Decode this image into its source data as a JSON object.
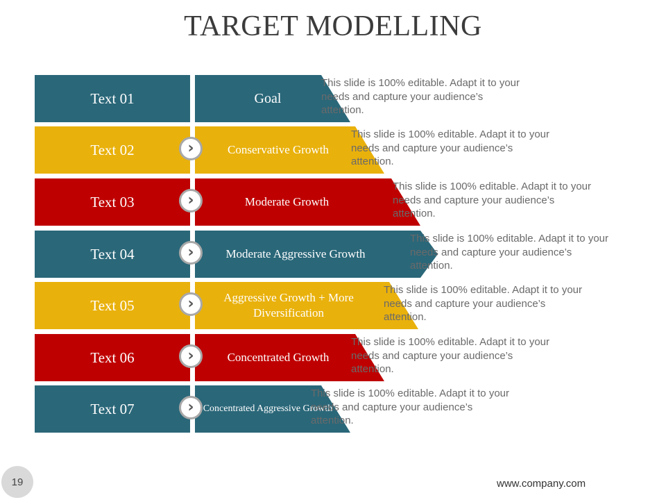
{
  "slide": {
    "title": "TARGET MODELLING",
    "page_number": "19",
    "footer_url": "www.company.com"
  },
  "colors": {
    "teal": "#2a6779",
    "yellow": "#e9b10c",
    "red": "#bf0000",
    "circle_border": "#a8a8a8"
  },
  "rows": [
    {
      "label": "Text 01",
      "strategy": "Goal",
      "description": "This slide is 100% editable. Adapt it to your needs and capture your audience’s attention.",
      "color": "#2a6779",
      "has_arrow": false
    },
    {
      "label": "Text 02",
      "strategy": "Conservative Growth",
      "description": "This slide is 100% editable. Adapt it to your needs and capture your audience’s attention.",
      "color": "#e9b10c",
      "has_arrow": true
    },
    {
      "label": "Text 03",
      "strategy": "Moderate Growth",
      "description": "This slide is 100% editable. Adapt it to your needs and capture your audience’s attention.",
      "color": "#bf0000",
      "has_arrow": true
    },
    {
      "label": "Text 04",
      "strategy": "Moderate Aggressive Growth",
      "description": "This slide is 100% editable. Adapt it to your needs and capture your audience’s attention.",
      "color": "#2a6779",
      "has_arrow": true
    },
    {
      "label": "Text 05",
      "strategy": "Aggressive Growth + More Diversification",
      "description": "This slide is 100% editable. Adapt it to your needs and capture your audience’s attention.",
      "color": "#e9b10c",
      "has_arrow": true
    },
    {
      "label": "Text 06",
      "strategy": "Concentrated  Growth",
      "description": "This slide is 100% editable. Adapt it to your needs and capture your audience’s attention.",
      "color": "#bf0000",
      "has_arrow": true
    },
    {
      "label": "Text 07",
      "strategy": "Concentrated Aggressive Growth",
      "description": "This slide is 100% editable. Adapt it to your needs and capture your audience’s attention.",
      "color": "#2a6779",
      "has_arrow": true
    }
  ],
  "icons": {
    "arrow": "chevron-right-icon"
  }
}
